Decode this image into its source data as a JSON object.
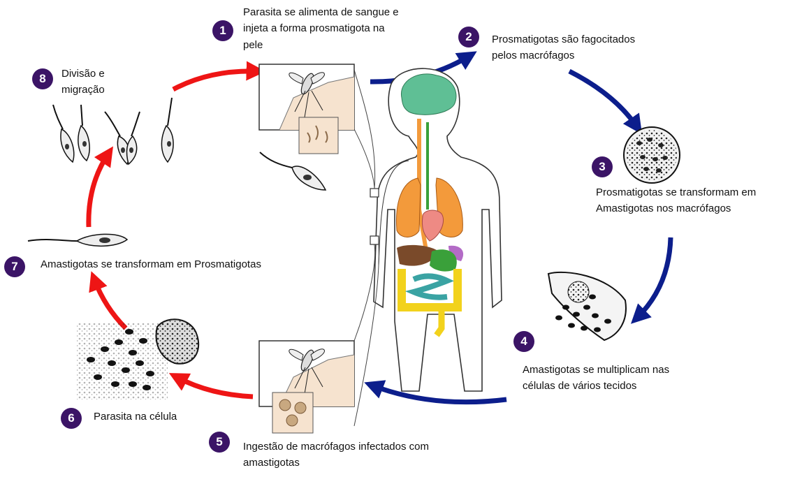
{
  "steps": [
    {
      "number": "1",
      "text": "Parasita se alimenta de sangue e\ninjeta a forma prosmatigota na\npele"
    },
    {
      "number": "2",
      "text": "Prosmatigotas são fagocitados\npelos macrófagos"
    },
    {
      "number": "3",
      "text": "Prosmatigotas se transformam em\nAmastigotas nos macrófagos"
    },
    {
      "number": "4",
      "text": "Amastigotas se multiplicam nas\ncélulas de vários tecidos"
    },
    {
      "number": "5",
      "text": "Ingestão de macrófagos infectados com\namastigotas"
    },
    {
      "number": "6",
      "text": "Parasita na célula"
    },
    {
      "number": "7",
      "text": "Amastigotas se transformam em Prosmatigotas"
    },
    {
      "number": "8",
      "text": "Divisão e\nmigração"
    }
  ],
  "colors": {
    "badge": "#3b1466",
    "human_phase_arrow": "#0c1e8c",
    "vector_phase_arrow": "#ee1515",
    "brain": "#5fbf95",
    "lungs": "#f39a3b",
    "heart": "#ee8a84",
    "liver": "#7a4a2a",
    "stomach": "#3aa03a",
    "spleen": "#b36bc6",
    "small_intestine": "#3aa3a3",
    "large_intestine": "#f2d21c",
    "skin_patch": "#f6e3cf"
  },
  "icons": [
    "sandfly-icon",
    "promastigote-icon",
    "macrophage-icon",
    "amastigote-icon",
    "human-body-icon"
  ]
}
